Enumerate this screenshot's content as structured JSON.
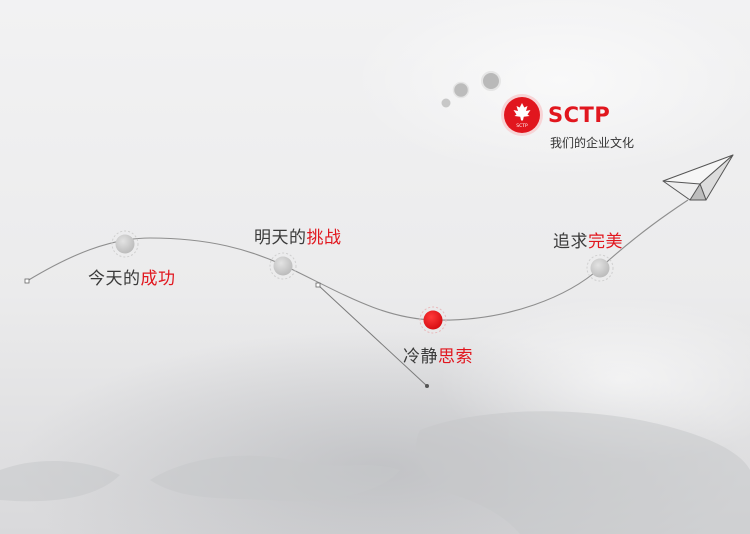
{
  "brand": {
    "title": "SCTP",
    "subtitle": "我们的企业文化",
    "logo_text": "SCTP",
    "accent_color": "#e1161e"
  },
  "milestones": [
    {
      "prefix": "今天的",
      "highlight": "成功"
    },
    {
      "prefix": "明天的",
      "highlight": "挑战"
    },
    {
      "prefix": "冷静",
      "highlight": "思索"
    },
    {
      "prefix": "追求",
      "highlight": "完美"
    }
  ],
  "icons": {
    "plane": "paper-plane-icon",
    "logo": "maple-leaf-logo-icon"
  }
}
